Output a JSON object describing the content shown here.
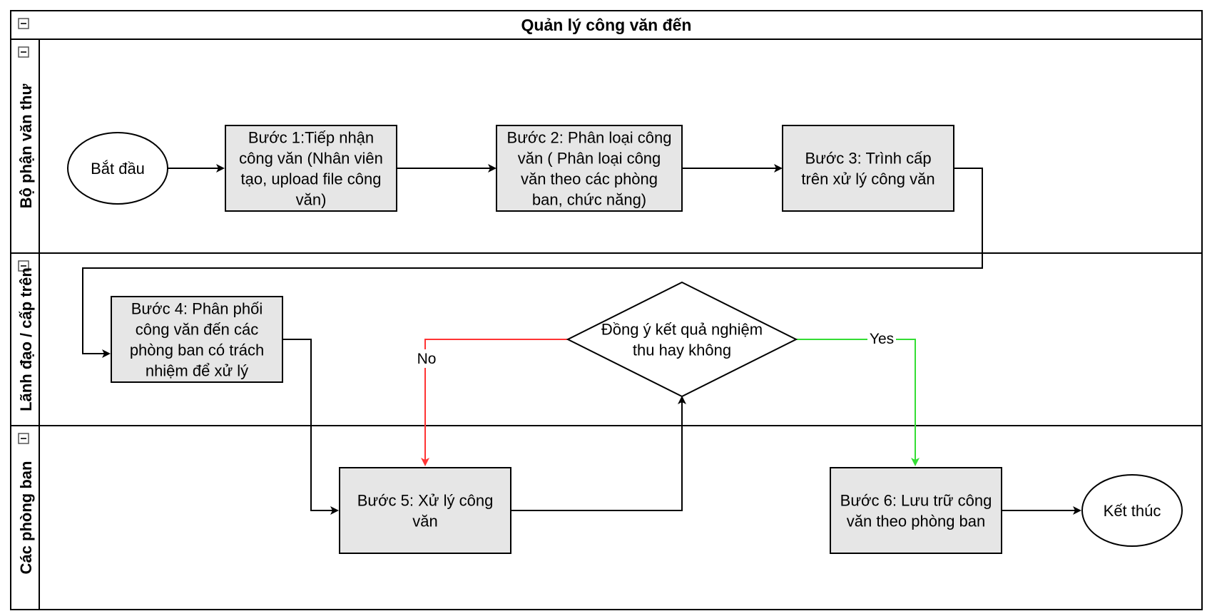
{
  "diagram": {
    "title": "Quản lý công văn đến",
    "lanes": [
      {
        "label": "Bộ phận văn thư"
      },
      {
        "label": "Lãnh đạo / cấp trên"
      },
      {
        "label": "Các phòng ban"
      }
    ],
    "nodes": {
      "start": {
        "lines": [
          "Bắt đầu"
        ]
      },
      "step1": {
        "lines": [
          "Bước 1:Tiếp nhận",
          "công văn (Nhân viên",
          "tạo, upload file công",
          "văn)"
        ]
      },
      "step2": {
        "lines": [
          "Bước 2: Phân loại công",
          "văn ( Phân loại công",
          "văn theo các phòng",
          "ban, chức năng)"
        ]
      },
      "step3": {
        "lines": [
          "Bước 3: Trình cấp",
          "trên xử lý công văn"
        ]
      },
      "step4": {
        "lines": [
          "Bước 4: Phân phối",
          "công văn đến các",
          "phòng ban có trách",
          "nhiệm để xử lý"
        ]
      },
      "decision": {
        "lines": [
          "Đồng ý kết quả nghiệm",
          "thu hay không"
        ]
      },
      "step5": {
        "lines": [
          "Bước 5: Xử lý công",
          "văn"
        ]
      },
      "step6": {
        "lines": [
          "Bước 6: Lưu trữ công",
          "văn theo phòng ban"
        ]
      },
      "end": {
        "lines": [
          "Kết thúc"
        ]
      }
    },
    "edges": {
      "no_label": "No",
      "yes_label": "Yes"
    },
    "colors": {
      "process_fill": "#e6e6e6",
      "no_edge": "#ff3333",
      "yes_edge": "#33dd33",
      "stroke": "#000000"
    }
  }
}
